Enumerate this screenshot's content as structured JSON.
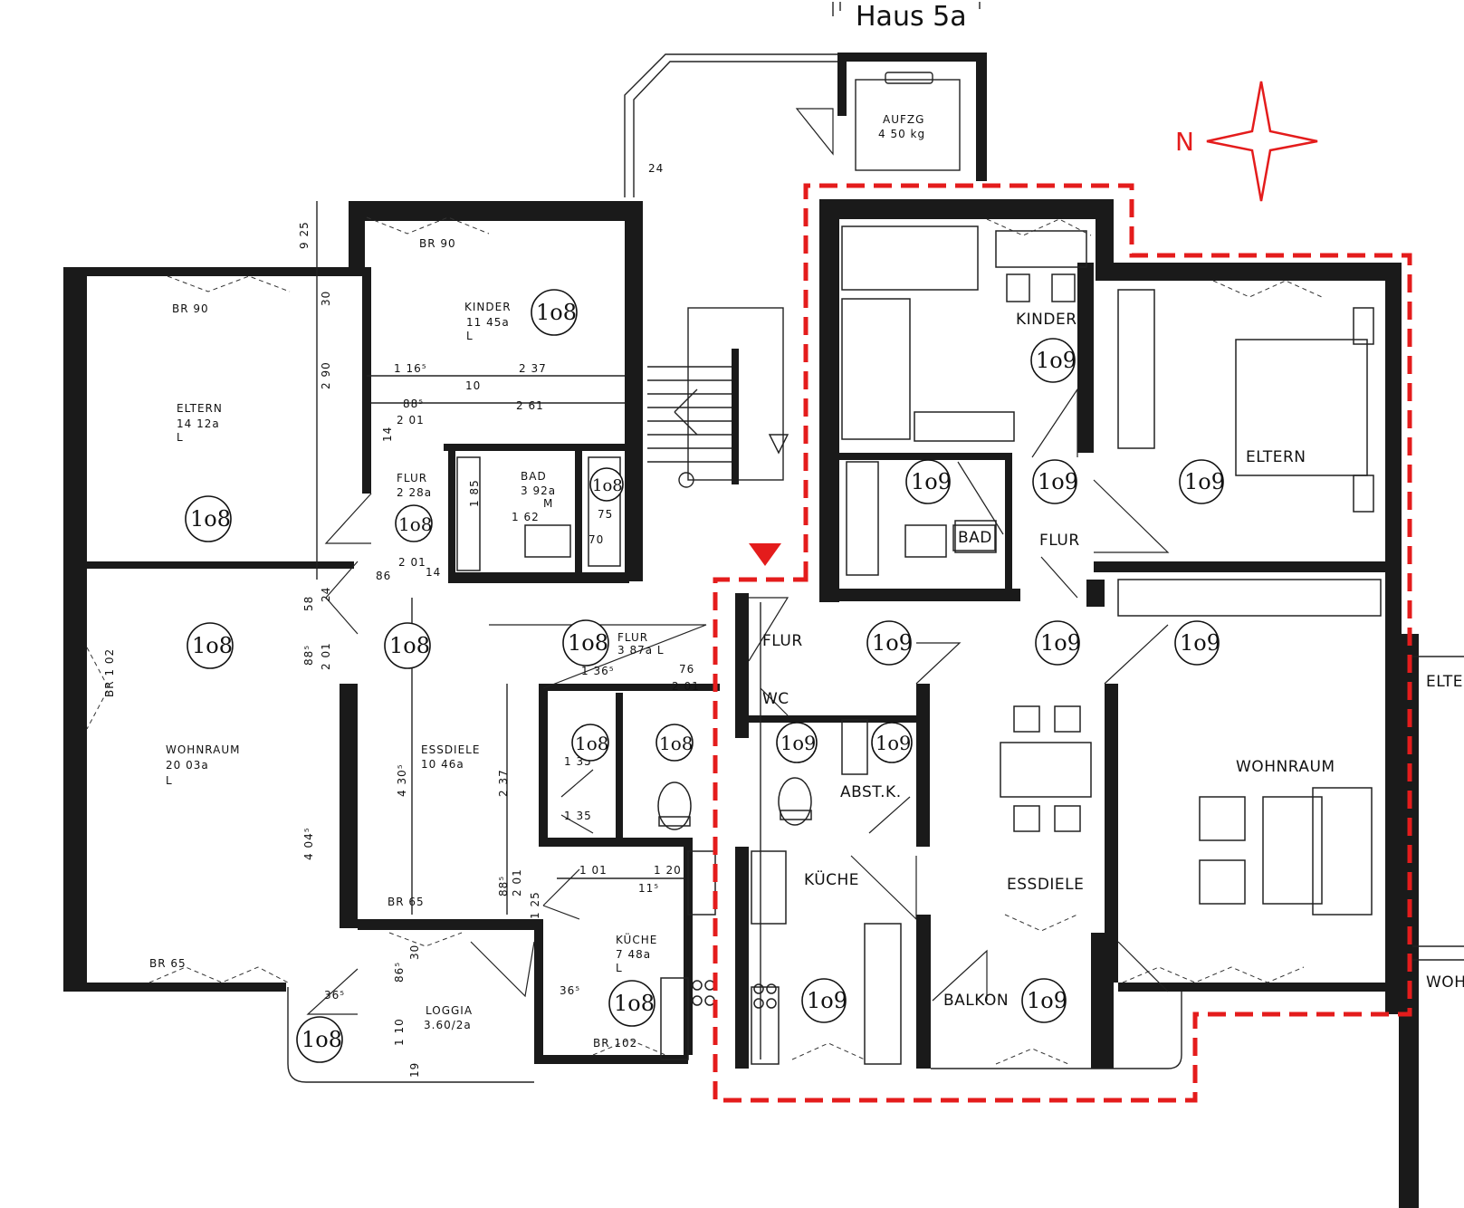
{
  "title": "Haus 5a",
  "compass": {
    "label": "N",
    "color": "#e41c1c"
  },
  "highlight_color": "#e41c1c",
  "elevator": {
    "label": "AUFZG",
    "capacity": "4 50 kg"
  },
  "unit_left": "1o8",
  "unit_right": "1o9",
  "rooms_left": {
    "kinder": {
      "name": "KINDER",
      "area": "11 45a",
      "code": "L"
    },
    "eltern": {
      "name": "ELTERN",
      "area": "14 12a",
      "code": "L"
    },
    "flur_a": {
      "name": "FLUR",
      "area": "2 28a"
    },
    "bad": {
      "name": "BAD",
      "area": "3 92a",
      "code": "M"
    },
    "flur_b": {
      "name": "FLUR",
      "area": "3 87a L"
    },
    "wohnraum": {
      "name": "WOHNRAUM",
      "area": "20 03a",
      "code": "L"
    },
    "essdiele": {
      "name": "ESSDIELE",
      "area": "10 46a"
    },
    "kueche": {
      "name": "KÜCHE",
      "area": "7 48a",
      "code": "L"
    },
    "loggia": {
      "name": "LOGGIA",
      "area": "3.60/2a"
    }
  },
  "rooms_right": {
    "kinder": "KINDER",
    "eltern": "ELTERN",
    "bad": "BAD",
    "flur": "FLUR",
    "flur_entry": "FLUR",
    "wc": "WC",
    "abstk": "ABST.K.",
    "kueche": "KÜCHE",
    "essdiele": "ESSDIELE",
    "wohnraum": "WOHNRAUM",
    "balkon": "BALKON"
  },
  "neighbor": {
    "eltern": "ELTE",
    "wohn": "WOH"
  },
  "windows": {
    "br90_kinder": "BR 90",
    "br90_eltern": "BR 90",
    "br102_wohn": "BR 1 02",
    "br65_ess": "BR 65",
    "br65_wohn": "BR 65",
    "br102_kueche": "BR 102"
  },
  "dimensions": {
    "d24": "24",
    "d925": "9 25",
    "d30": "30",
    "d290": "2 90",
    "d1165": "1 16⁵",
    "d237": "2 37",
    "d10": "10",
    "d261": "2 61",
    "d885a": "88⁵",
    "d201a": "2 01",
    "d14": "14",
    "d185": "1 85",
    "d162": "1 62",
    "d75": "75",
    "d70": "70",
    "d86": "86",
    "d201b": "2 01",
    "d14b": "14",
    "d58": "58",
    "d24b": "24",
    "d885b": "88⁵",
    "d201c": "2 01",
    "d1365": "1 36⁵",
    "d76": "76",
    "d201d": "2 01",
    "d4305": "4 30⁵",
    "d4045": "4 04⁵",
    "d237b": "2 37",
    "d101": "1 01",
    "d120": "1 20",
    "d115": "11⁵",
    "d885c": "88⁵",
    "d201e": "2 01",
    "d125": "1 25",
    "d865": "86⁵",
    "d30b": "30",
    "d365": "36⁵",
    "d365b": "36⁵",
    "d110": "1 10",
    "d19": "19",
    "d135": "1 35",
    "d135b": "1 35"
  }
}
